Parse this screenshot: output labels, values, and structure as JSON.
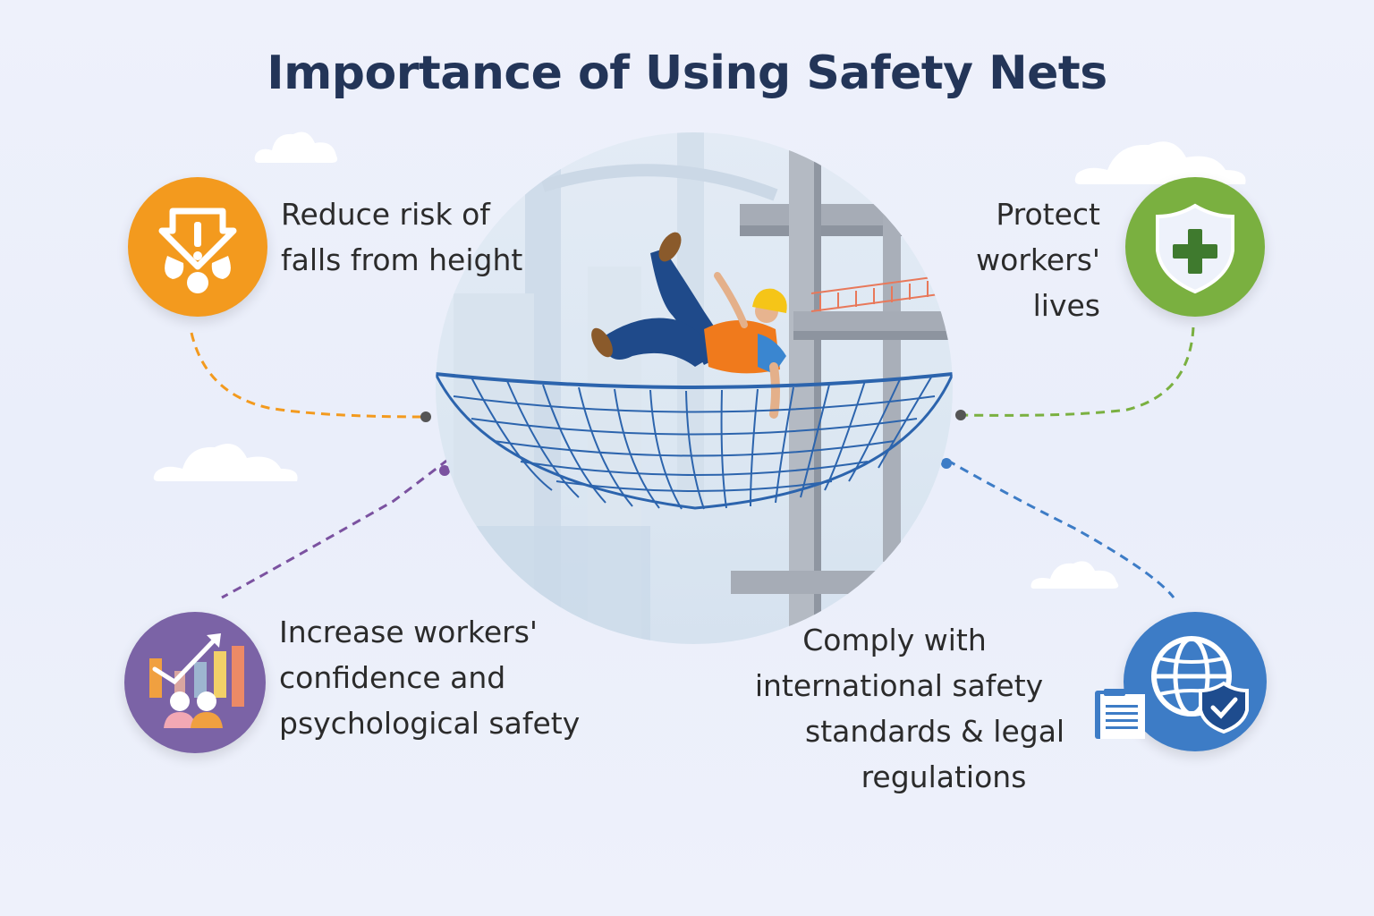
{
  "title": "Importance of Using Safety Nets",
  "colors": {
    "title": "#233558",
    "orange": "#f39a1e",
    "green": "#7ab040",
    "purple": "#7b63a6",
    "blue": "#3d7cc6",
    "net": "#2c64ad",
    "background": "#eef1fb"
  },
  "center_illustration": {
    "description": "Construction worker in hard hat and orange vest falling into a blue safety net beside a steel-frame building",
    "icon": "falling-worker-safety-net-illustration"
  },
  "benefits": [
    {
      "position": "top-left",
      "icon": "fall-warning-icon",
      "color": "#f39a1e",
      "lines": [
        "Reduce risk of",
        "falls from height"
      ]
    },
    {
      "position": "top-right",
      "icon": "shield-plus-icon",
      "color": "#7ab040",
      "lines": [
        "Protect",
        "workers'",
        "lives"
      ]
    },
    {
      "position": "bottom-left",
      "icon": "growth-chart-people-icon",
      "color": "#7b63a6",
      "lines": [
        "Increase workers'",
        "confidence and",
        "psychological safety"
      ]
    },
    {
      "position": "bottom-right",
      "icon": "globe-shield-check-icon",
      "color": "#3d7cc6",
      "lines": [
        "Comply with",
        "international safety",
        "standards & legal",
        "regulations"
      ]
    }
  ]
}
